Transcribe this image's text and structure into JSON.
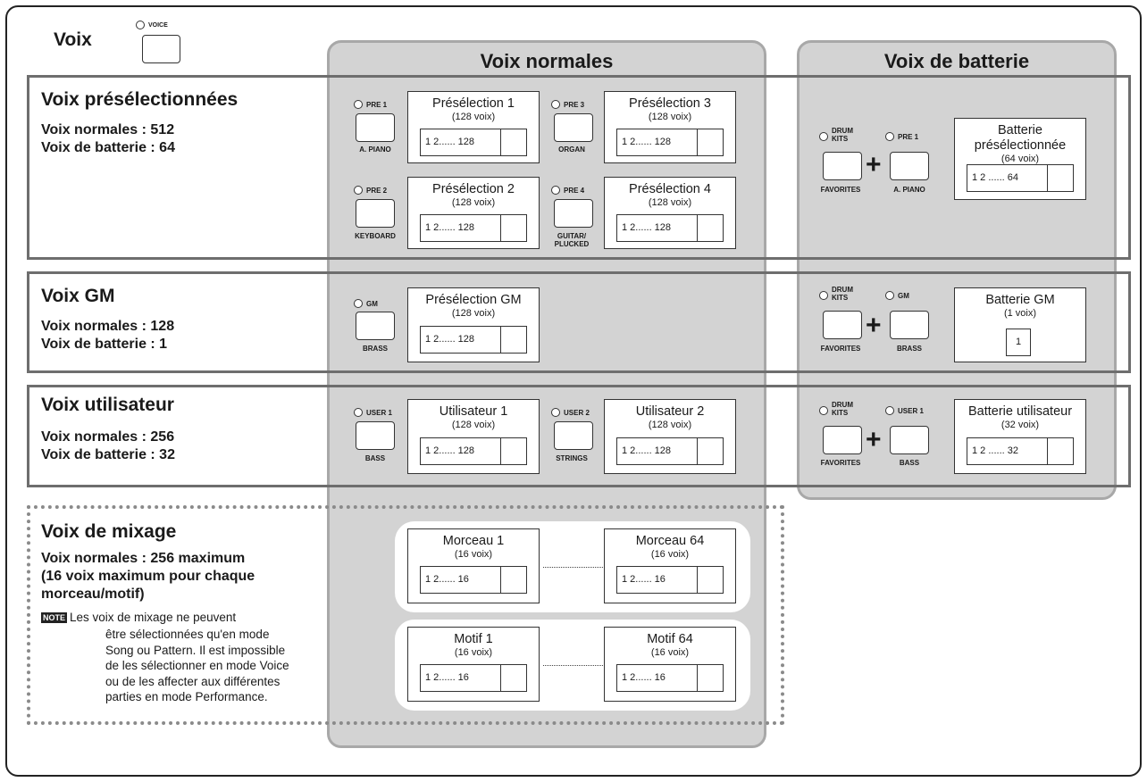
{
  "voix": {
    "title": "Voix",
    "led_label": "VOICE"
  },
  "panels": {
    "normales": "Voix normales",
    "batterie": "Voix de batterie"
  },
  "rows": [
    {
      "heading": "Voix présélectionnées",
      "sub": "Voix normales : 512\nVoix de batterie : 64"
    },
    {
      "heading": "Voix GM",
      "sub": "Voix normales : 128\nVoix de batterie : 1"
    },
    {
      "heading": "Voix utilisateur",
      "sub": "Voix normales : 256\nVoix de batterie : 32"
    }
  ],
  "mixage": {
    "heading": "Voix de mixage",
    "sub": "Voix normales : 256 maximum\n(16 voix maximum pour chaque\nmorceau/motif)",
    "note_badge": "NOTE",
    "note_first": "Les voix de mixage ne peuvent",
    "note_rest": "être sélectionnées qu'en mode\nSong ou Pattern. Il est impossible\nde les sélectionner en mode Voice\nou de les affecter aux différentes\nparties en mode Performance."
  },
  "buttons": [
    {
      "led": "PRE 1",
      "below": "A. PIANO"
    },
    {
      "led": "PRE 3",
      "below": "ORGAN"
    },
    {
      "led": "PRE 2",
      "below": "KEYBOARD"
    },
    {
      "led": "PRE 4",
      "below": "GUITAR/\nPLUCKED"
    },
    {
      "led": "GM",
      "below": "BRASS"
    },
    {
      "led": "USER 1",
      "below": "BASS"
    },
    {
      "led": "USER 2",
      "below": "STRINGS"
    },
    {
      "led": "DRUM\nKITS",
      "below": "FAVORITES"
    },
    {
      "led": "PRE 1",
      "below": "A. PIANO"
    },
    {
      "led": "DRUM\nKITS",
      "below": "FAVORITES"
    },
    {
      "led": "GM",
      "below": "BRASS"
    },
    {
      "led": "DRUM\nKITS",
      "below": "FAVORITES"
    },
    {
      "led": "USER 1",
      "below": "BASS"
    }
  ],
  "banks": [
    {
      "title": "Présélection 1",
      "sub": "(128 voix)",
      "cells": "1 2...... 128"
    },
    {
      "title": "Présélection 3",
      "sub": "(128 voix)",
      "cells": "1 2...... 128"
    },
    {
      "title": "Présélection 2",
      "sub": "(128 voix)",
      "cells": "1 2...... 128"
    },
    {
      "title": "Présélection 4",
      "sub": "(128 voix)",
      "cells": "1 2...... 128"
    },
    {
      "title": "Présélection GM",
      "sub": "(128 voix)",
      "cells": "1 2...... 128"
    },
    {
      "title": "Utilisateur 1",
      "sub": "(128 voix)",
      "cells": "1 2...... 128"
    },
    {
      "title": "Utilisateur 2",
      "sub": "(128 voix)",
      "cells": "1 2...... 128"
    },
    {
      "title": "Batterie\nprésélectionnée",
      "sub": "(64 voix)",
      "cells": "1 2 ...... 64"
    },
    {
      "title": "Batterie GM",
      "sub": "(1 voix)",
      "cells": "1"
    },
    {
      "title": "Batterie utilisateur",
      "sub": "(32 voix)",
      "cells": "1 2 ...... 32"
    },
    {
      "title": "Morceau 1",
      "sub": "(16 voix)",
      "cells": "1 2...... 16"
    },
    {
      "title": "Morceau 64",
      "sub": "(16 voix)",
      "cells": "1 2...... 16"
    },
    {
      "title": "Motif 1",
      "sub": "(16 voix)",
      "cells": "1 2...... 16"
    },
    {
      "title": "Motif 64",
      "sub": "(16 voix)",
      "cells": "1 2...... 16"
    }
  ],
  "plus_sign": "+"
}
